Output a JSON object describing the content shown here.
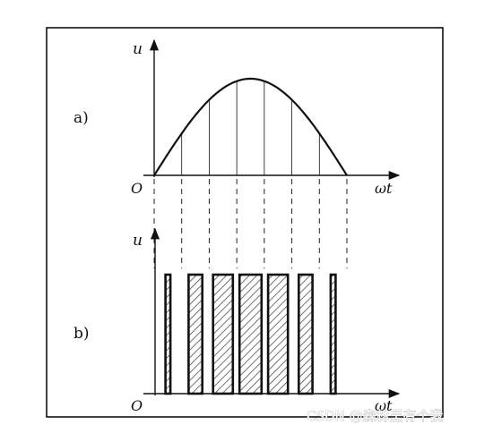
{
  "figure": {
    "panel_a": {
      "label": "a)",
      "y_axis": "u",
      "x_axis": "ωt",
      "origin": "O",
      "curve": "half sine",
      "segments": 7
    },
    "panel_b": {
      "label": "b)",
      "y_axis": "u",
      "x_axis": "ωt",
      "origin": "O",
      "pulse_count": 7,
      "pulse_fill": "hatched"
    },
    "connector_style": "dashed",
    "colors": {
      "ink": "#111111",
      "hatch": "#333333",
      "frame": "#000000"
    }
  },
  "watermark": "CSDN @森林里有个我"
}
